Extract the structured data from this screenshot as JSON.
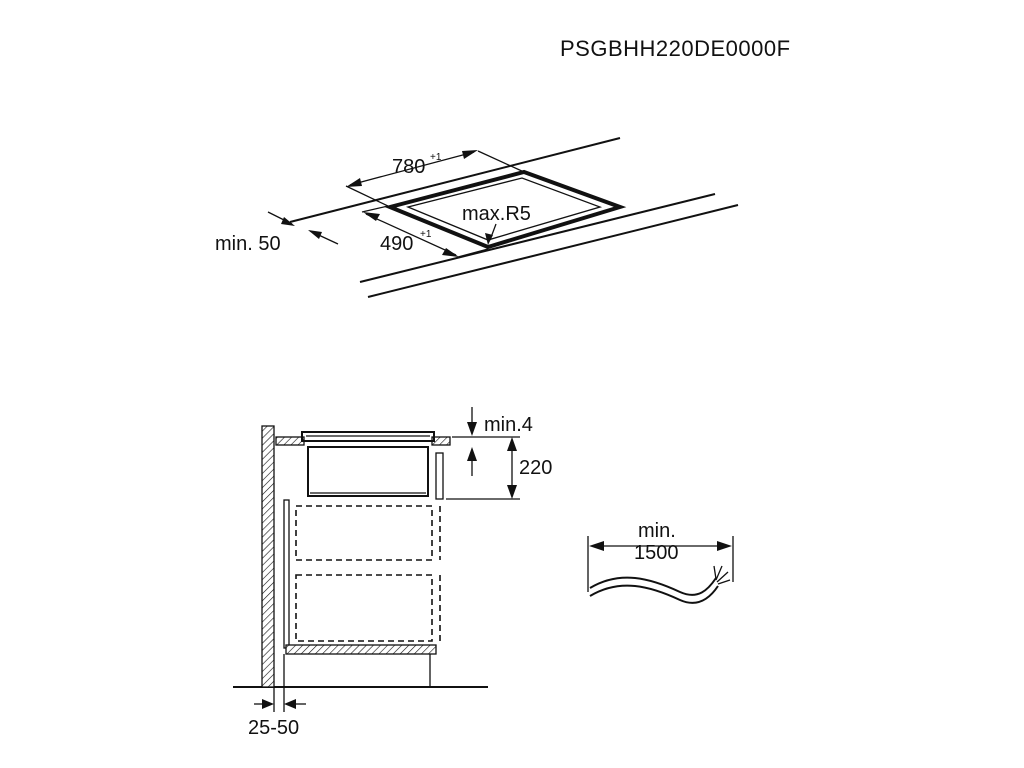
{
  "model_code": "PSGBHH220DE0000F",
  "top_view": {
    "width_value": "780",
    "width_tolerance": "+1",
    "depth_value": "490",
    "depth_tolerance": "+1",
    "corner_radius": "max.R5",
    "front_edge": "min. 50"
  },
  "side_view": {
    "top_gap": "min.4",
    "depth": "220",
    "wall_gap": "25-50"
  },
  "cable": {
    "label_line1": "min.",
    "label_line2": "1500"
  },
  "colors": {
    "ink": "#111111",
    "background": "#ffffff"
  }
}
